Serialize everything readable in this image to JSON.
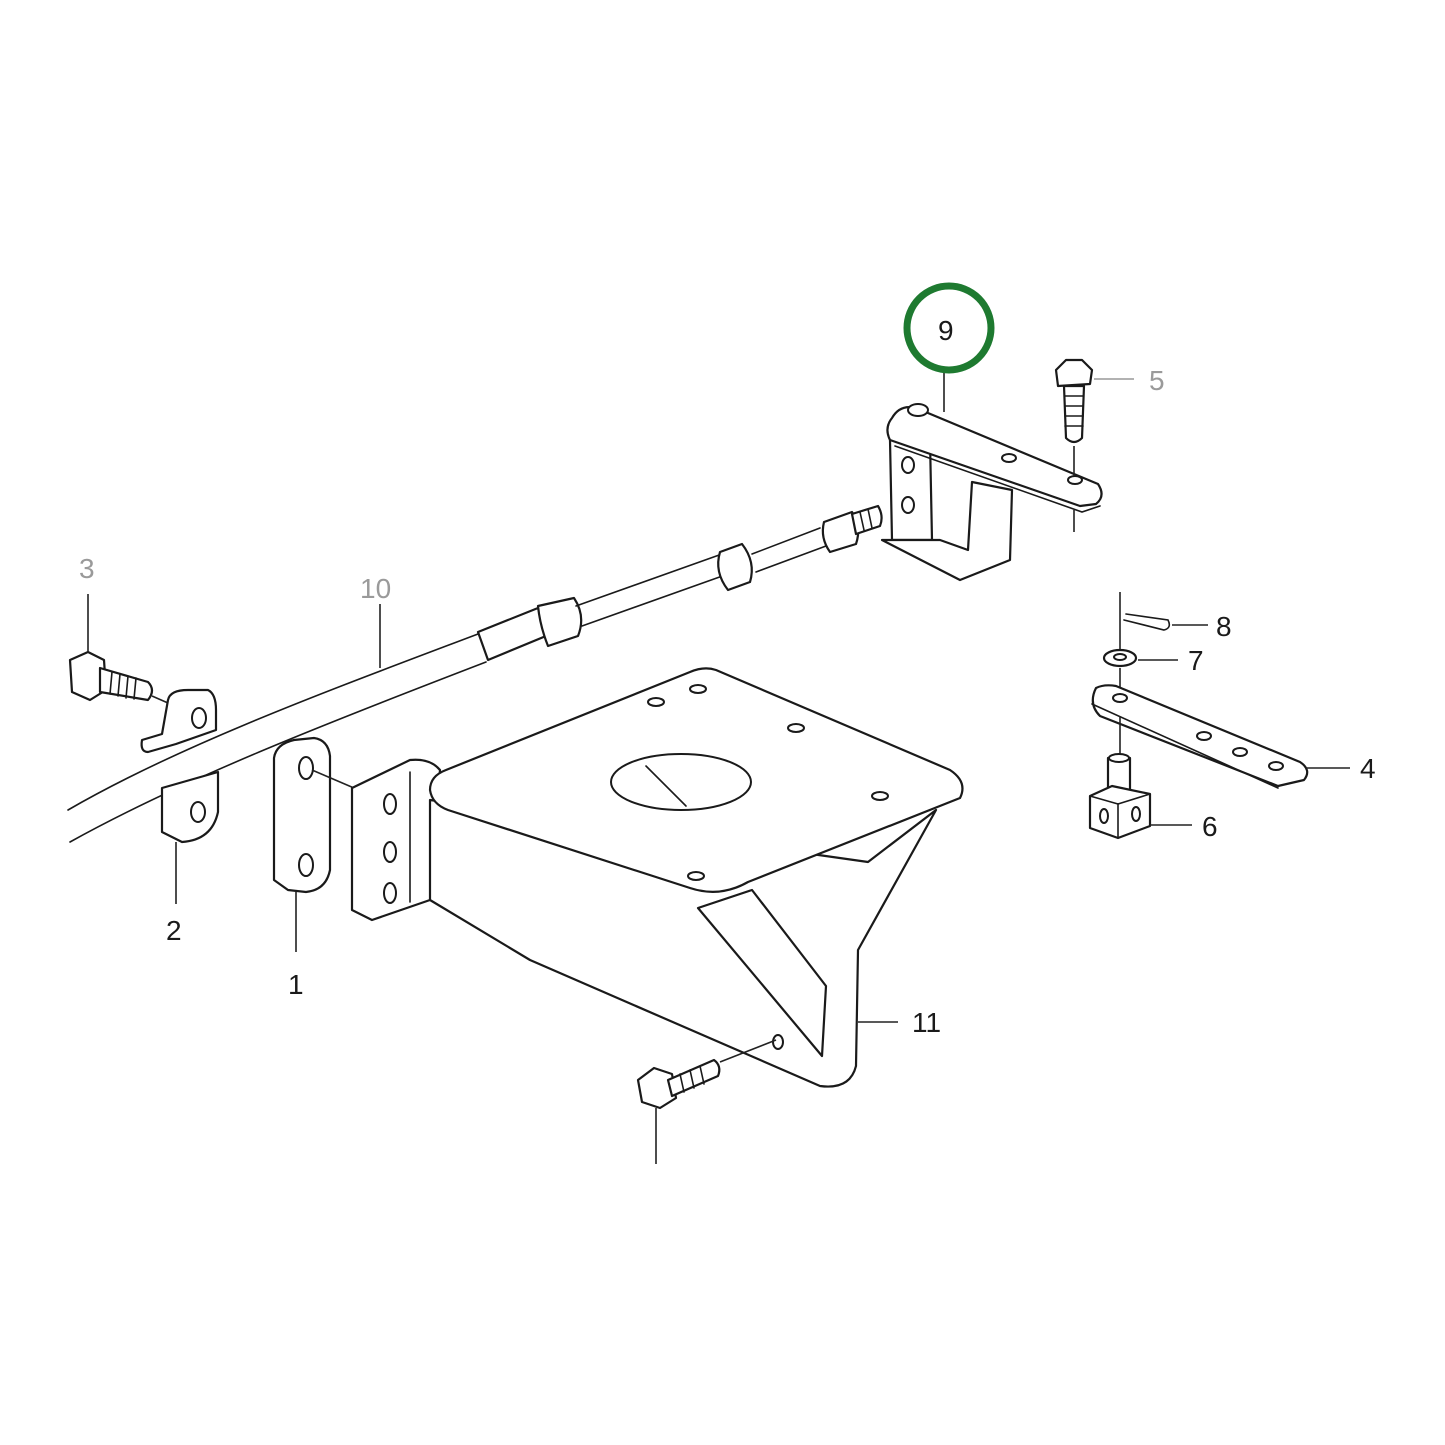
{
  "diagram": {
    "type": "exploded parts diagram",
    "highlight": {
      "part": "9",
      "color": "#1e7a30"
    },
    "callouts": [
      {
        "id": "1",
        "label": "1",
        "part": "cable clamp plate"
      },
      {
        "id": "2",
        "label": "2",
        "part": "cable clamp"
      },
      {
        "id": "3",
        "label": "3",
        "part": "hex bolt",
        "style": "gray"
      },
      {
        "id": "4",
        "label": "4",
        "part": "lever arm"
      },
      {
        "id": "5",
        "label": "5",
        "part": "flange bolt",
        "style": "gray"
      },
      {
        "id": "6",
        "label": "6",
        "part": "cable connector block"
      },
      {
        "id": "7",
        "label": "7",
        "part": "washer"
      },
      {
        "id": "8",
        "label": "8",
        "part": "cotter pin"
      },
      {
        "id": "9",
        "label": "9",
        "part": "pivot bracket",
        "highlighted": true
      },
      {
        "id": "10",
        "label": "10",
        "part": "control cable",
        "style": "gray"
      },
      {
        "id": "11",
        "label": "11",
        "part": "mounting bracket"
      }
    ]
  }
}
